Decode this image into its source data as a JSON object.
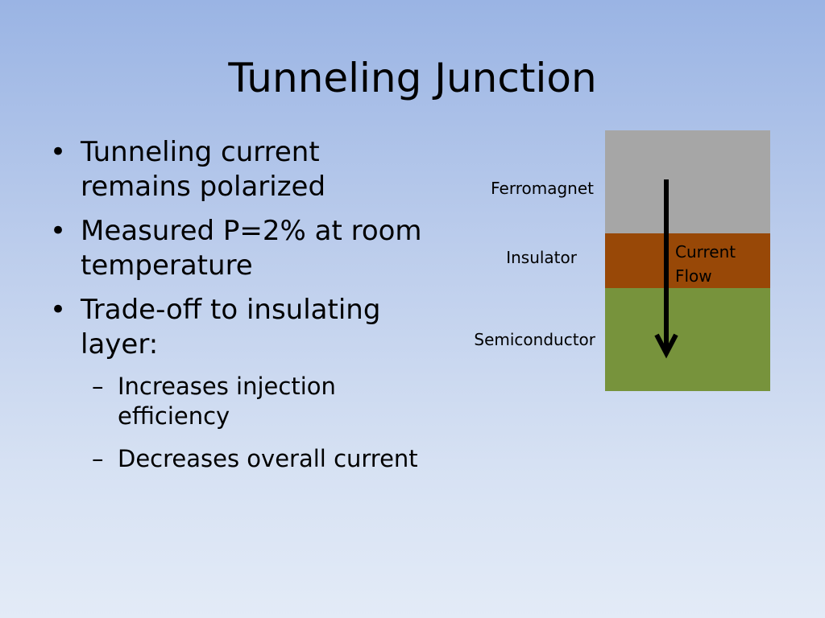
{
  "slide": {
    "title": "Tunneling Junction"
  },
  "bullets": [
    {
      "text": "Tunneling current remains polarized"
    },
    {
      "text": "Measured P=2% at room temperature"
    },
    {
      "text": "Trade-off to insulating layer:"
    }
  ],
  "sub_bullets": [
    {
      "text": "Increases injection efficiency"
    },
    {
      "text": "Decreases overall current"
    }
  ],
  "markers": {
    "bullet": "•",
    "sub": "–"
  },
  "diagram": {
    "layers": [
      {
        "label": "Ferromagnet",
        "color": "#a6a6a6"
      },
      {
        "label": "Insulator",
        "color": "#984807"
      },
      {
        "label": "Semiconductor",
        "color": "#77933c"
      }
    ],
    "arrow_label": "Current Flow"
  }
}
